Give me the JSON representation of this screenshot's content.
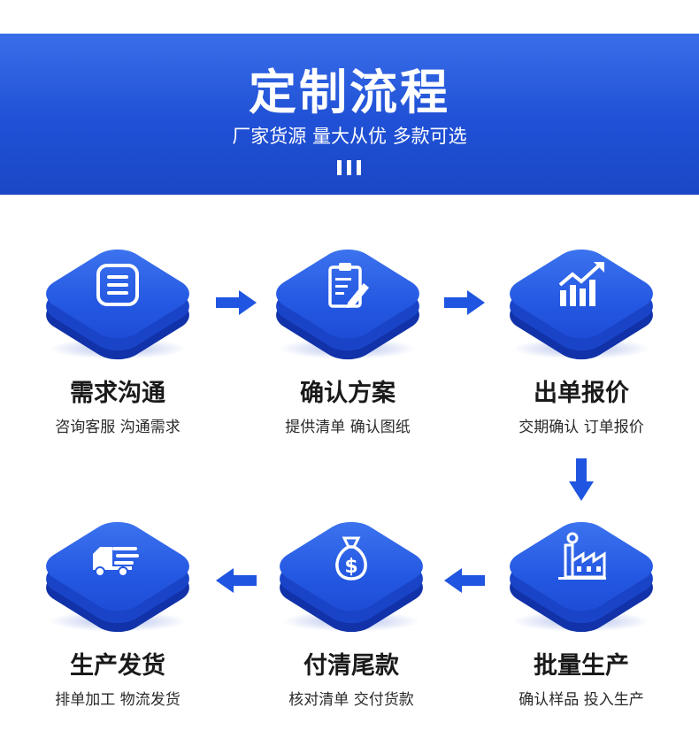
{
  "header": {
    "title": "定制流程",
    "subtitle": "厂家货源 量大从优 多款可选"
  },
  "steps": [
    {
      "title": "需求沟通",
      "subtitle": "咨询客服 沟通需求",
      "icon": "chat-list-icon"
    },
    {
      "title": "确认方案",
      "subtitle": "提供清单 确认图纸",
      "icon": "clipboard-pen-icon"
    },
    {
      "title": "出单报价",
      "subtitle": "交期确认 订单报价",
      "icon": "bar-chart-growth-icon"
    },
    {
      "title": "批量生产",
      "subtitle": "确认样品 投入生产",
      "icon": "factory-icon"
    },
    {
      "title": "付清尾款",
      "subtitle": "核对清单 交付货款",
      "icon": "money-bag-icon"
    },
    {
      "title": "生产发货",
      "subtitle": "排单加工 物流发货",
      "icon": "delivery-truck-icon"
    }
  ],
  "colors": {
    "banner": "#1f50d6",
    "tile": "#2458e2",
    "arrow": "#1f55e0",
    "text": "#1a1a1a"
  }
}
